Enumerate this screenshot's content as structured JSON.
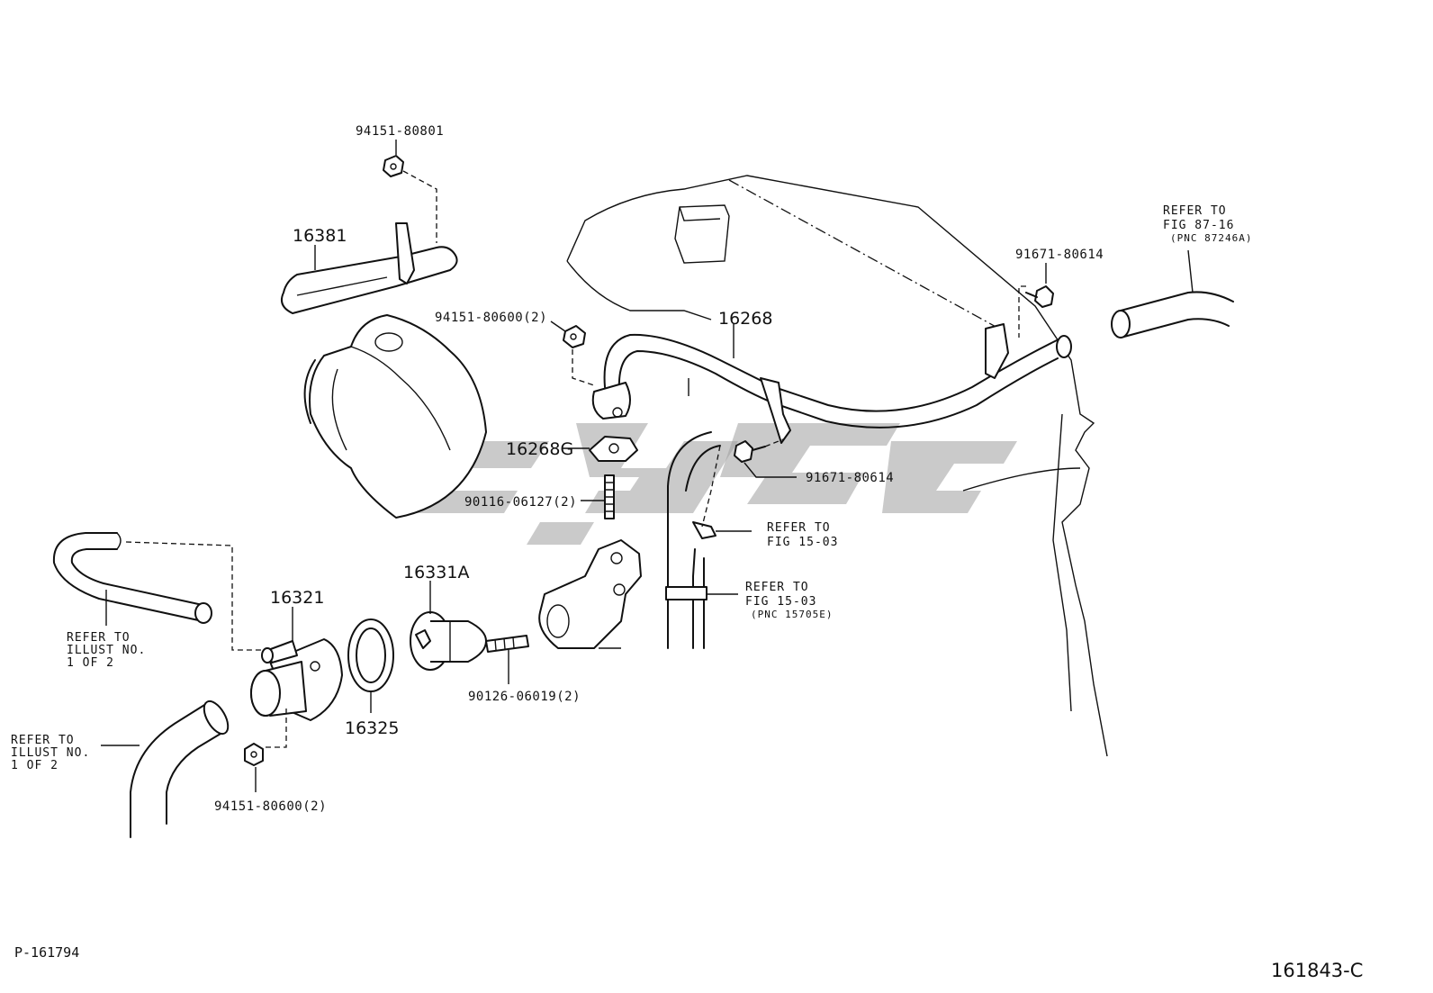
{
  "labels": {
    "nut_top": "94151-80801",
    "bracket": "16381",
    "nut_mid": "94151-80600(2)",
    "pipe": "16268",
    "gasket_pipe": "16268G",
    "stud_a": "90116-06127(2)",
    "bolt_right_top": "91671-80614",
    "bolt_right_mid": "91671-80614",
    "housing": "16321",
    "gasket": "16325",
    "thermostat": "16331A",
    "stud_b": "90126-06019(2)",
    "nut_bottom": "94151-80600(2)"
  },
  "refs": {
    "fig_87_16": {
      "line1": "REFER TO",
      "line2": "FIG 87-16",
      "line3": "(PNC 87246A)"
    },
    "fig_15_03_a": {
      "line1": "REFER TO",
      "line2": "FIG 15-03"
    },
    "fig_15_03_b": {
      "line1": "REFER TO",
      "line2": "FIG 15-03",
      "line3": "(PNC 15705E)"
    },
    "illust_upper": {
      "line1": "REFER TO",
      "line2": "ILLUST NO.",
      "line3": "1 OF 2"
    },
    "illust_lower": {
      "line1": "REFER TO",
      "line2": "ILLUST NO.",
      "line3": "1 OF 2"
    }
  },
  "footer": {
    "left_code": "P-161794",
    "right_code": "161843-C"
  }
}
